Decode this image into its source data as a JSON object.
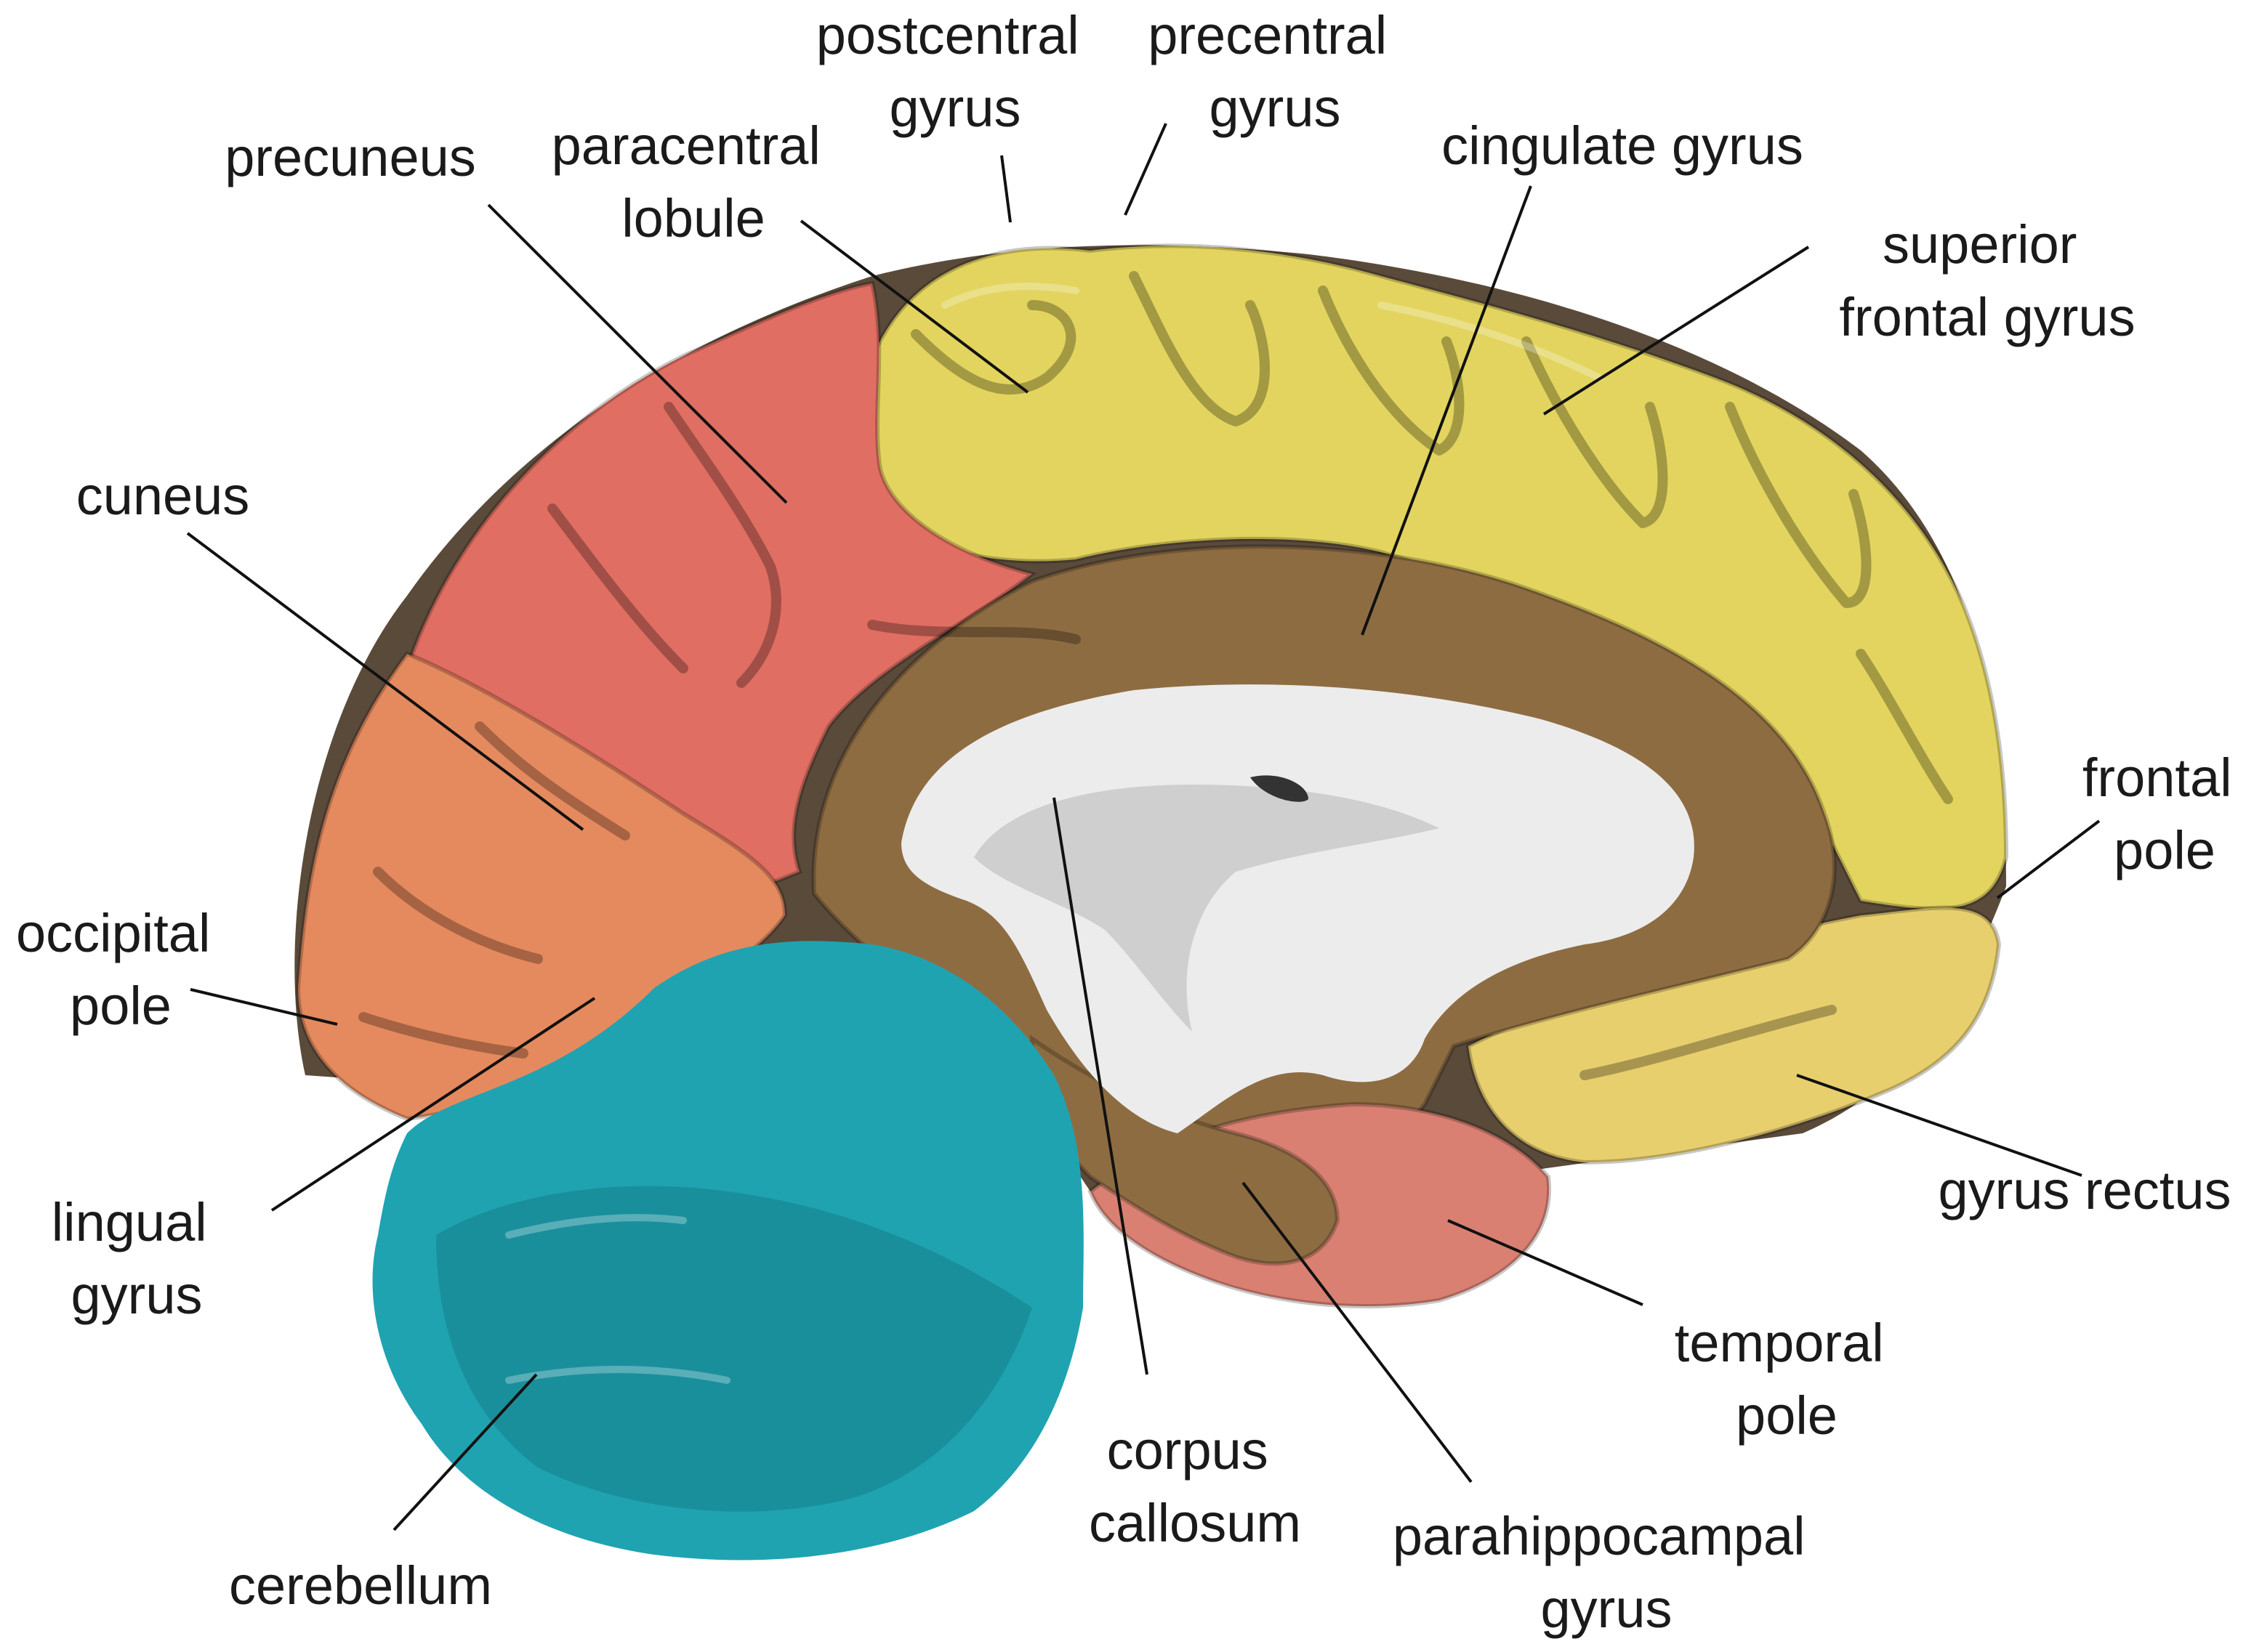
{
  "colors": {
    "frontal": "#e2d45e",
    "gyrus_rectus": "#e8cf6e",
    "parietal": "#e06e62",
    "occipital": "#e58a5e",
    "cingulate": "#8e6c42",
    "temporal": "#d98072",
    "corpus_callosum": "#ececec",
    "cerebellum": "#1fa3b1",
    "brainstem": "#8e6c42"
  },
  "labels": {
    "postcentral_gyrus": [
      "postcentral",
      "gyrus"
    ],
    "precentral_gyrus": [
      "precentral",
      "gyrus"
    ],
    "precuneus": [
      "precuneus"
    ],
    "paracentral_lobule": [
      "paracentral",
      "lobule"
    ],
    "cingulate_gyrus": [
      "cingulate gyrus"
    ],
    "superior_frontal_gyrus": [
      "superior",
      "frontal gyrus"
    ],
    "cuneus": [
      "cuneus"
    ],
    "frontal_pole": [
      "frontal",
      "pole"
    ],
    "occipital_pole": [
      "occipital",
      "pole"
    ],
    "lingual_gyrus": [
      "lingual",
      "gyrus"
    ],
    "gyrus_rectus": [
      "gyrus rectus"
    ],
    "temporal_pole": [
      "temporal",
      "pole"
    ],
    "corpus_callosum": [
      "corpus",
      "callosum"
    ],
    "parahippocampal_gyrus": [
      "parahippocampal",
      "gyrus"
    ],
    "cerebellum": [
      "cerebellum"
    ]
  }
}
